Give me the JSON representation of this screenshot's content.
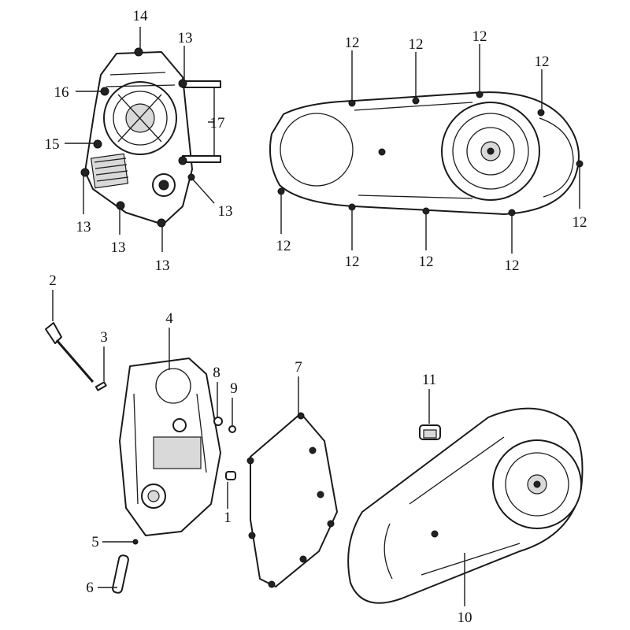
{
  "callouts": [
    {
      "label": "14"
    },
    {
      "label": "13"
    },
    {
      "label": "16"
    },
    {
      "label": "17"
    },
    {
      "label": "15"
    },
    {
      "label": "13"
    },
    {
      "label": "13"
    },
    {
      "label": "13"
    },
    {
      "label": "13"
    },
    {
      "label": "12"
    },
    {
      "label": "12"
    },
    {
      "label": "12"
    },
    {
      "label": "12"
    },
    {
      "label": "12"
    },
    {
      "label": "12"
    },
    {
      "label": "12"
    },
    {
      "label": "12"
    },
    {
      "label": "12"
    },
    {
      "label": "2"
    },
    {
      "label": "3"
    },
    {
      "label": "4"
    },
    {
      "label": "8"
    },
    {
      "label": "9"
    },
    {
      "label": "1"
    },
    {
      "label": "7"
    },
    {
      "label": "11"
    },
    {
      "label": "5"
    },
    {
      "label": "6"
    },
    {
      "label": "10"
    }
  ]
}
